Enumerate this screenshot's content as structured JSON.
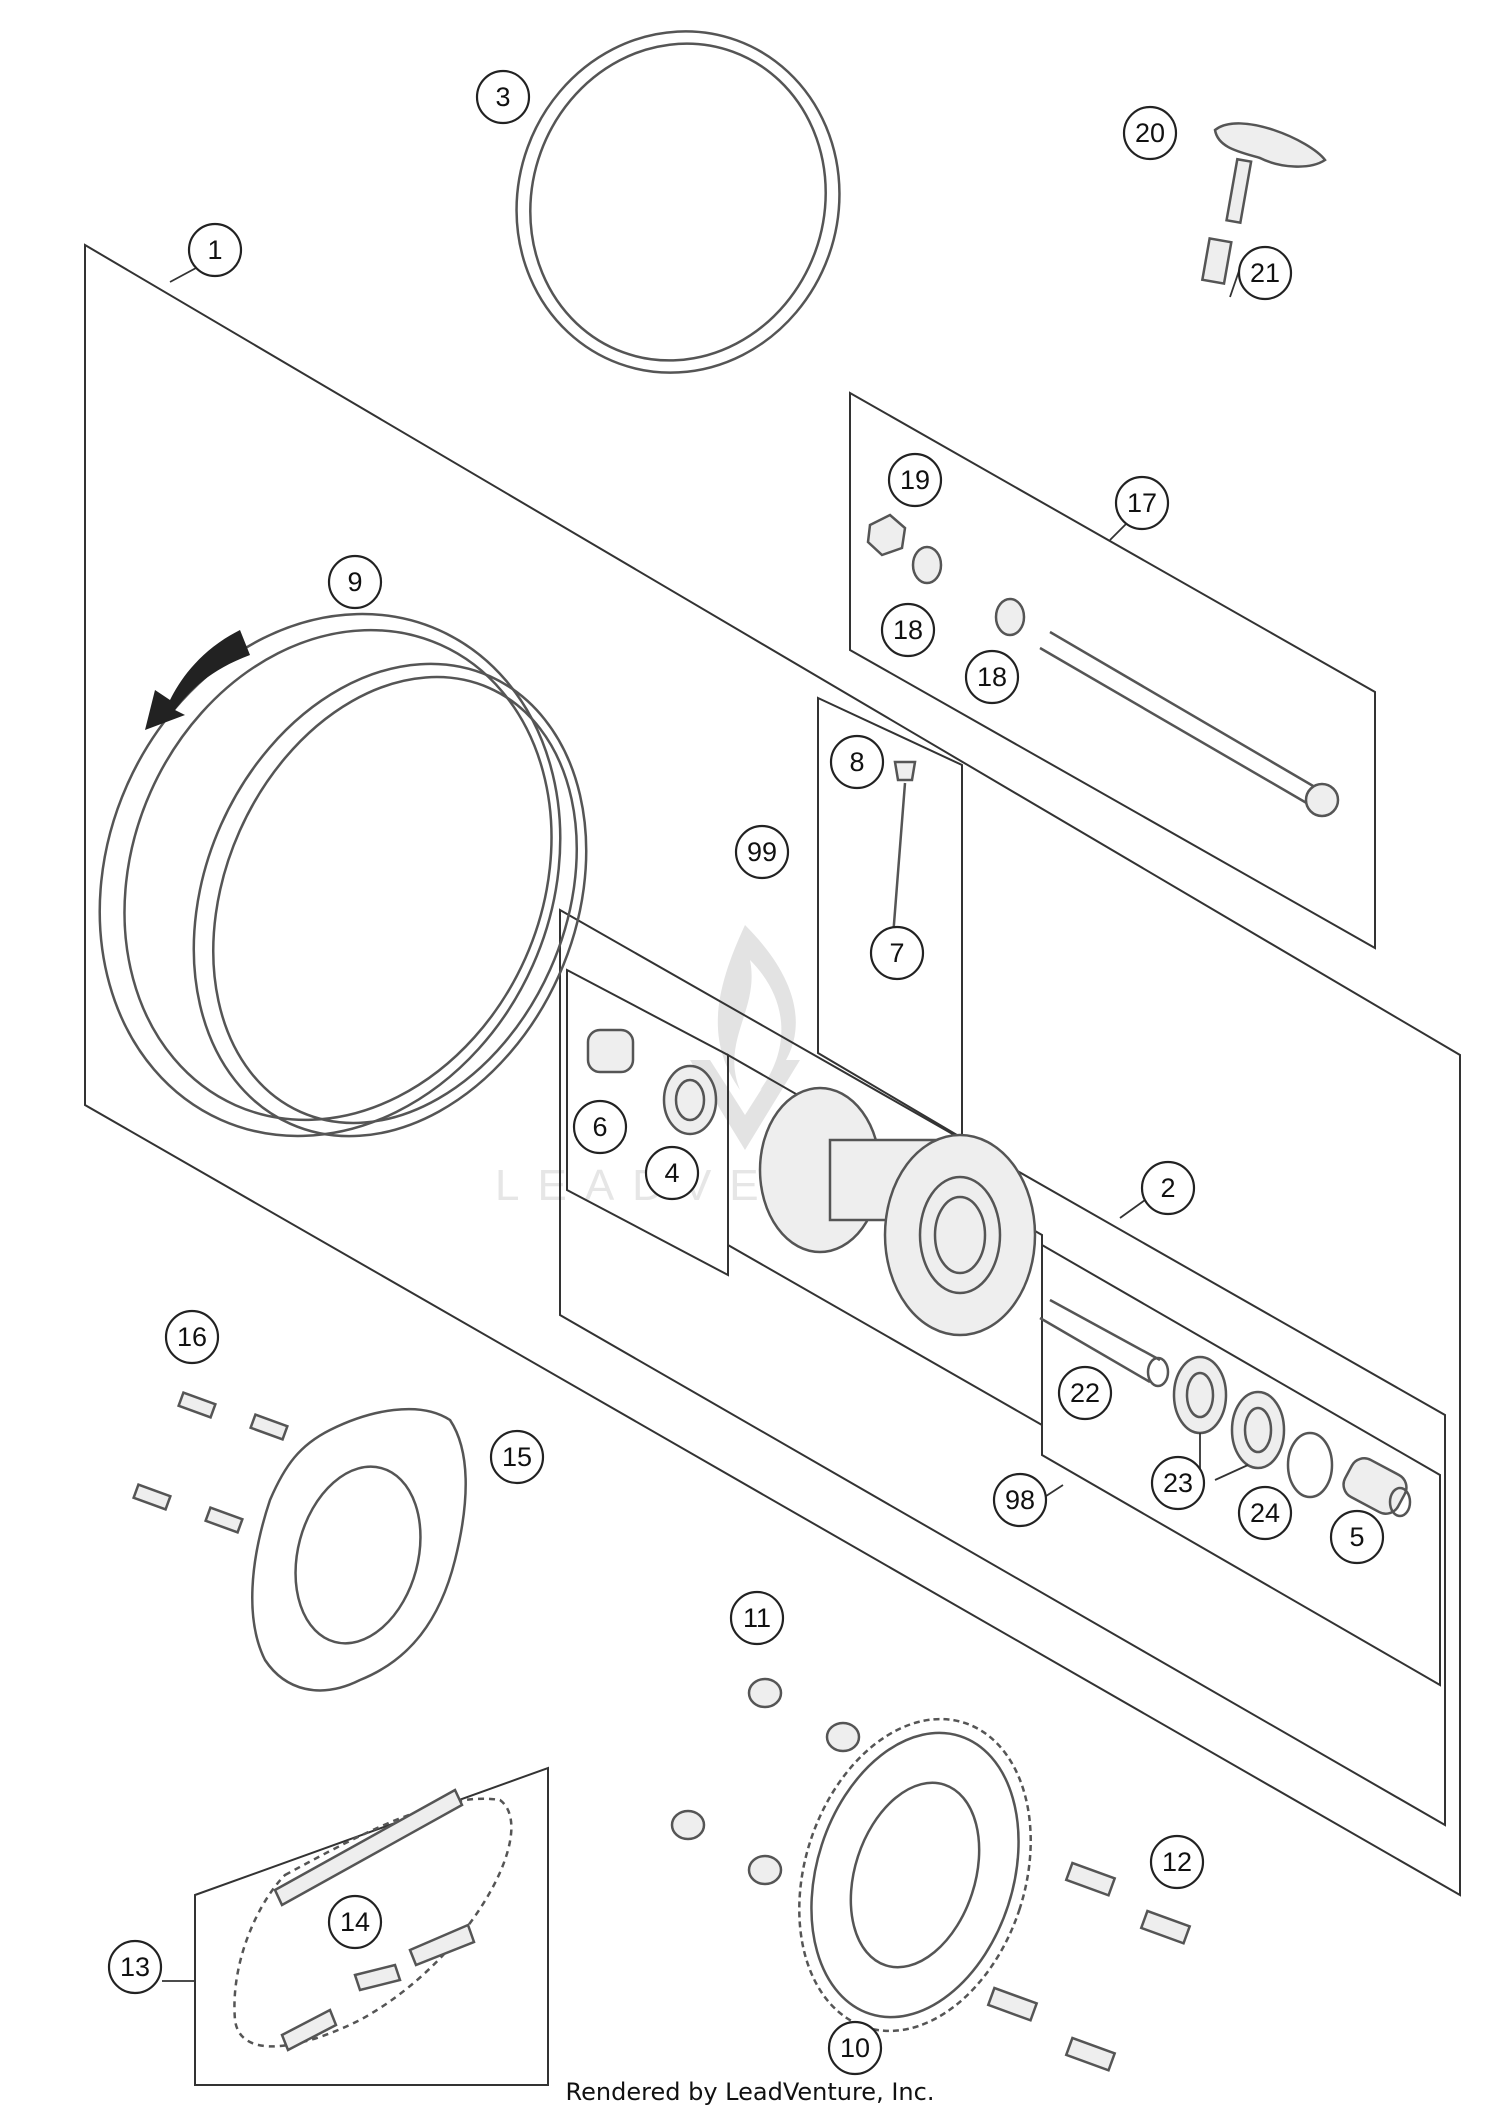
{
  "callouts": [
    {
      "id": "c1",
      "label": "1"
    },
    {
      "id": "c2",
      "label": "2"
    },
    {
      "id": "c3",
      "label": "3"
    },
    {
      "id": "c4",
      "label": "4"
    },
    {
      "id": "c5",
      "label": "5"
    },
    {
      "id": "c6",
      "label": "6"
    },
    {
      "id": "c7",
      "label": "7"
    },
    {
      "id": "c8",
      "label": "8"
    },
    {
      "id": "c9",
      "label": "9"
    },
    {
      "id": "c10",
      "label": "10"
    },
    {
      "id": "c11",
      "label": "11"
    },
    {
      "id": "c12",
      "label": "12"
    },
    {
      "id": "c13",
      "label": "13"
    },
    {
      "id": "c14",
      "label": "14"
    },
    {
      "id": "c15",
      "label": "15"
    },
    {
      "id": "c16",
      "label": "16"
    },
    {
      "id": "c17",
      "label": "17"
    },
    {
      "id": "c18a",
      "label": "18"
    },
    {
      "id": "c18b",
      "label": "18"
    },
    {
      "id": "c19",
      "label": "19"
    },
    {
      "id": "c20",
      "label": "20"
    },
    {
      "id": "c21",
      "label": "21"
    },
    {
      "id": "c22",
      "label": "22"
    },
    {
      "id": "c23",
      "label": "23"
    },
    {
      "id": "c24",
      "label": "24"
    },
    {
      "id": "c98",
      "label": "98"
    },
    {
      "id": "c99",
      "label": "99"
    }
  ],
  "watermark": {
    "text": "LEADVENTURE"
  },
  "footer": {
    "text": "Rendered by LeadVenture, Inc."
  }
}
